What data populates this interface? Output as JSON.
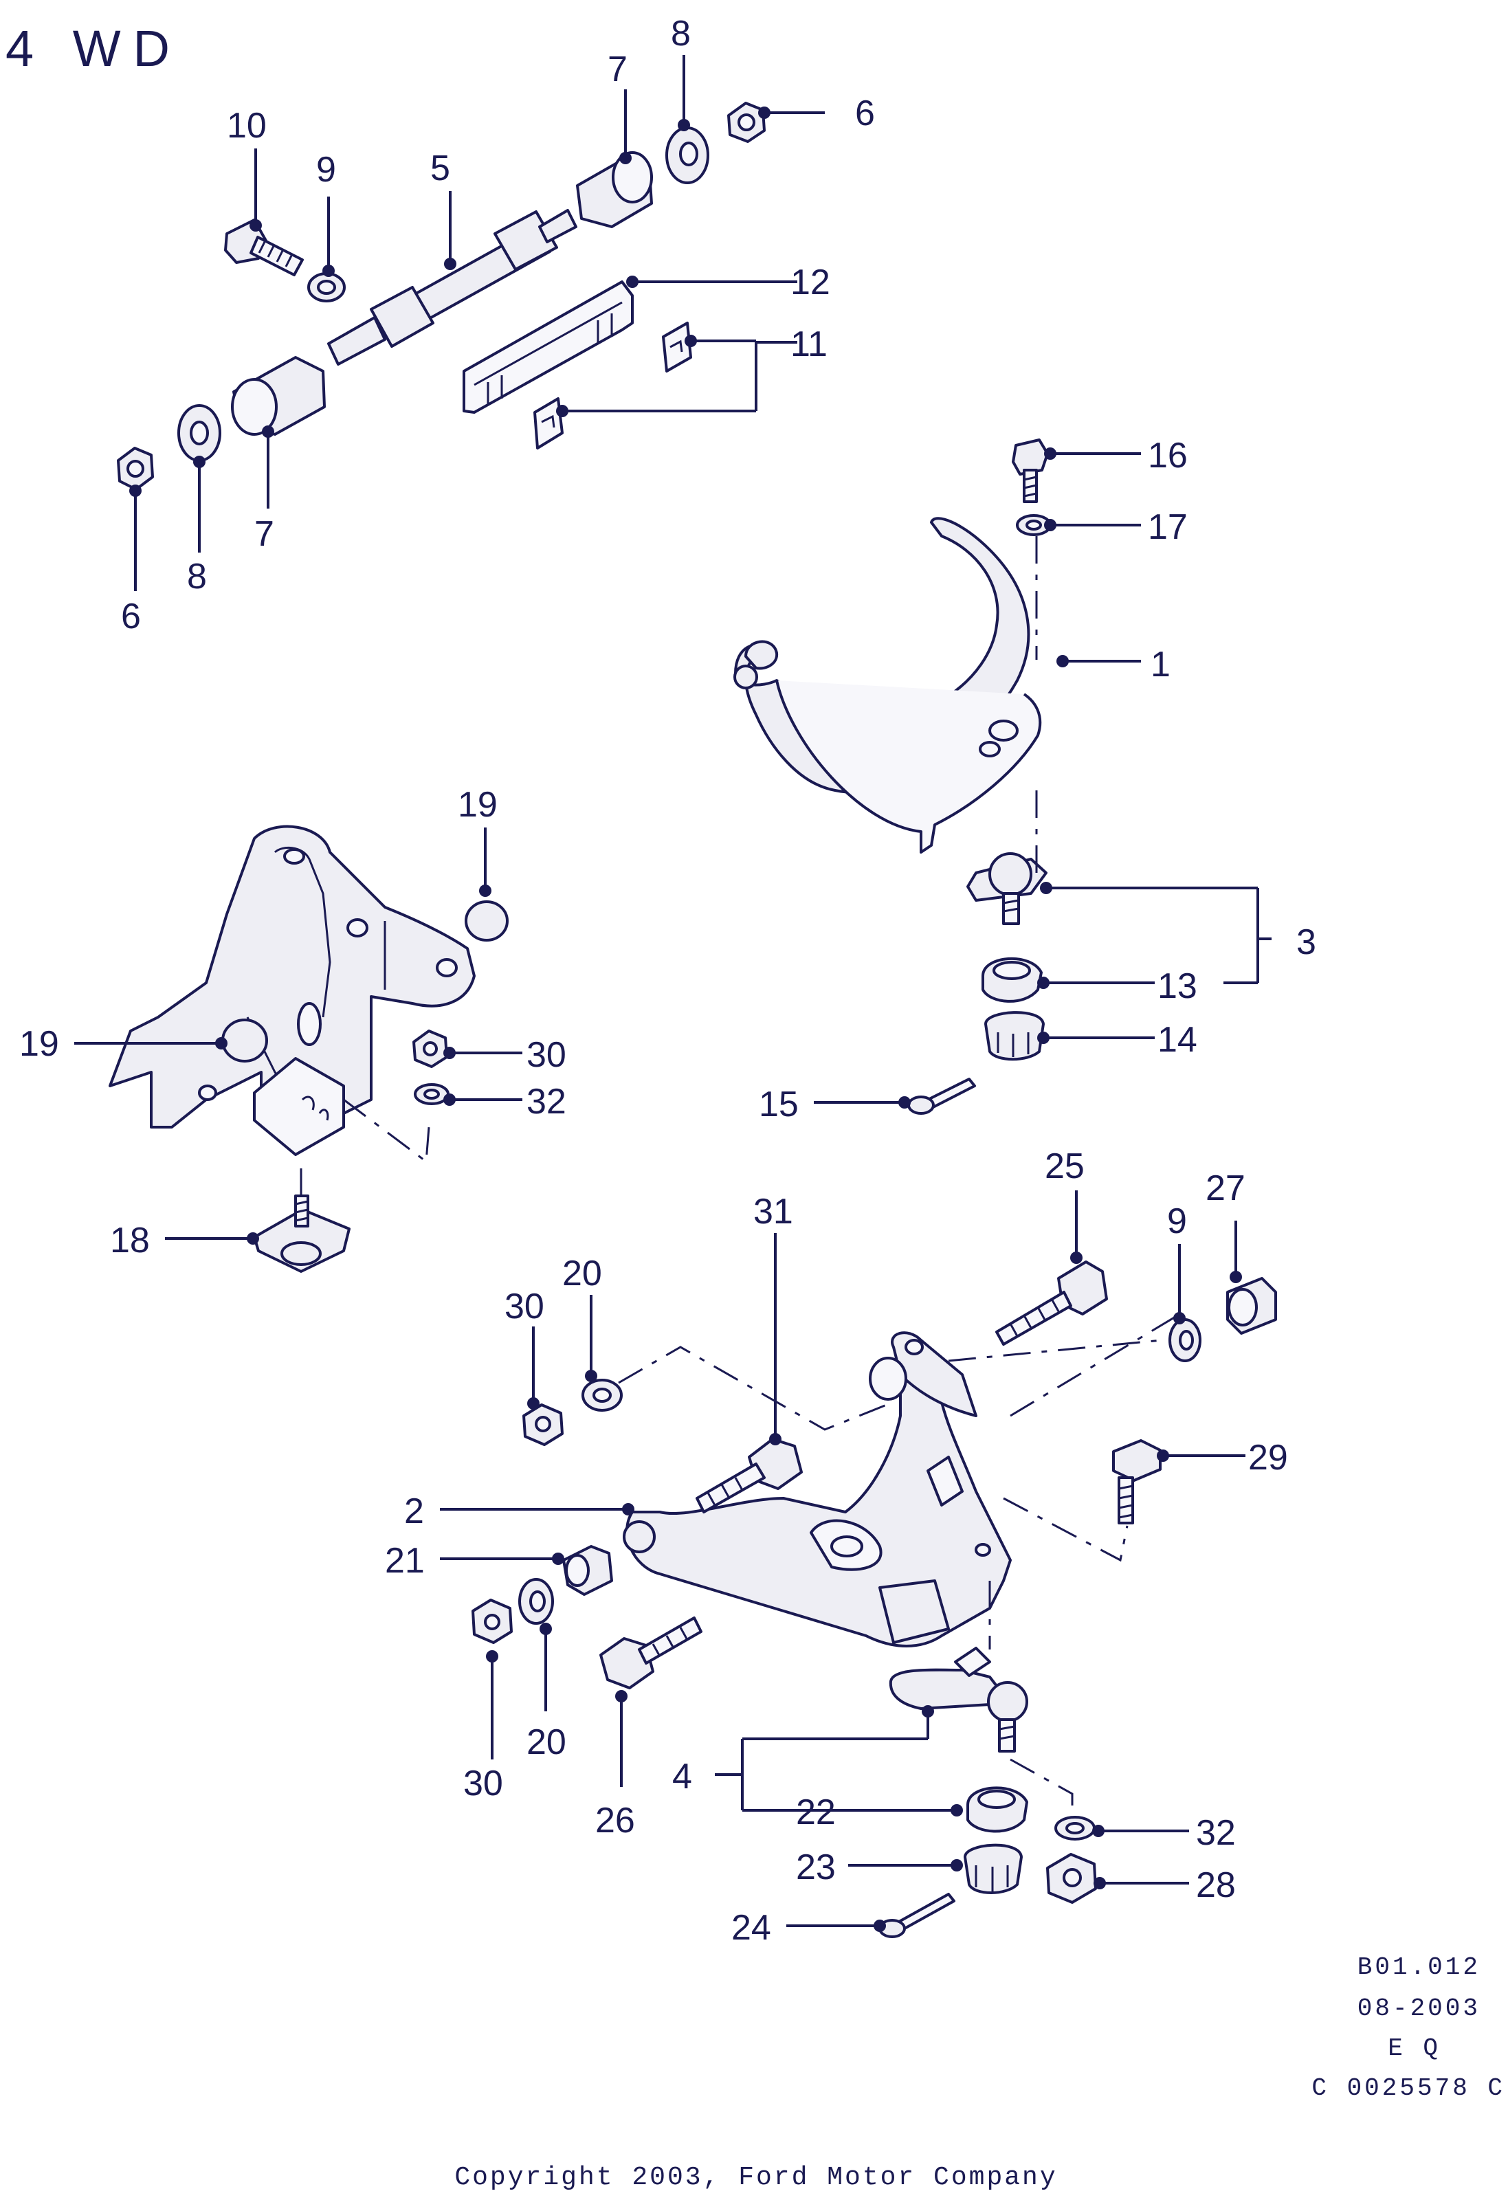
{
  "title": "4 WD",
  "callouts": {
    "c1": "1",
    "c2": "2",
    "c3": "3",
    "c4": "4",
    "c5": "5",
    "c6": "6",
    "c7": "7",
    "c8": "8",
    "c9": "9",
    "c10": "10",
    "c11": "11",
    "c12": "12",
    "c13": "13",
    "c14": "14",
    "c15": "15",
    "c16": "16",
    "c17": "17",
    "c18": "18",
    "c19": "19",
    "c20": "20",
    "c21": "21",
    "c22": "22",
    "c23": "23",
    "c24": "24",
    "c25": "25",
    "c26": "26",
    "c27": "27",
    "c28": "28",
    "c29": "29",
    "c30": "30",
    "c31": "31",
    "c32": "32"
  },
  "meta": {
    "ref": "B01.012",
    "date": "08-2003",
    "market": "E Q",
    "code": "C 0025578 C"
  },
  "copyright": "Copyright 2003, Ford Motor Company",
  "colors": {
    "ink": "#1a1a52",
    "paper": "#ffffff",
    "part_fill": "#eeeef4"
  }
}
